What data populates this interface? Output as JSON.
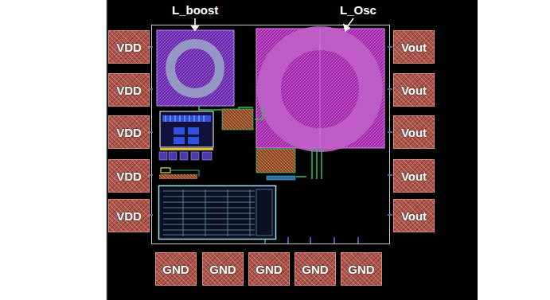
{
  "diagram": {
    "nodes": [
      {
        "text": [
          "VDD"
        ]
      },
      {
        "text": [
          "Vout"
        ]
      },
      {
        "text": [
          "VDD"
        ]
      },
      {
        "text": [
          "Vout"
        ]
      },
      {
        "text": [
          "VDD"
        ]
      },
      {
        "text": [
          "Vout"
        ]
      },
      {
        "text": [
          "VDD"
        ]
      },
      {
        "text": [
          "Vout"
        ]
      },
      {
        "text": [
          "VDD"
        ]
      },
      {
        "text": [
          "Vout"
        ]
      },
      {
        "text": [
          "GND"
        ]
      },
      {
        "text": [
          "GND"
        ]
      },
      {
        "text": [
          "GND"
        ]
      },
      {
        "text": [
          "GND"
        ]
      },
      {
        "text": [
          "GND"
        ]
      }
    ],
    "labels": [
      "L_boost",
      "L_Osc"
    ]
  }
}
